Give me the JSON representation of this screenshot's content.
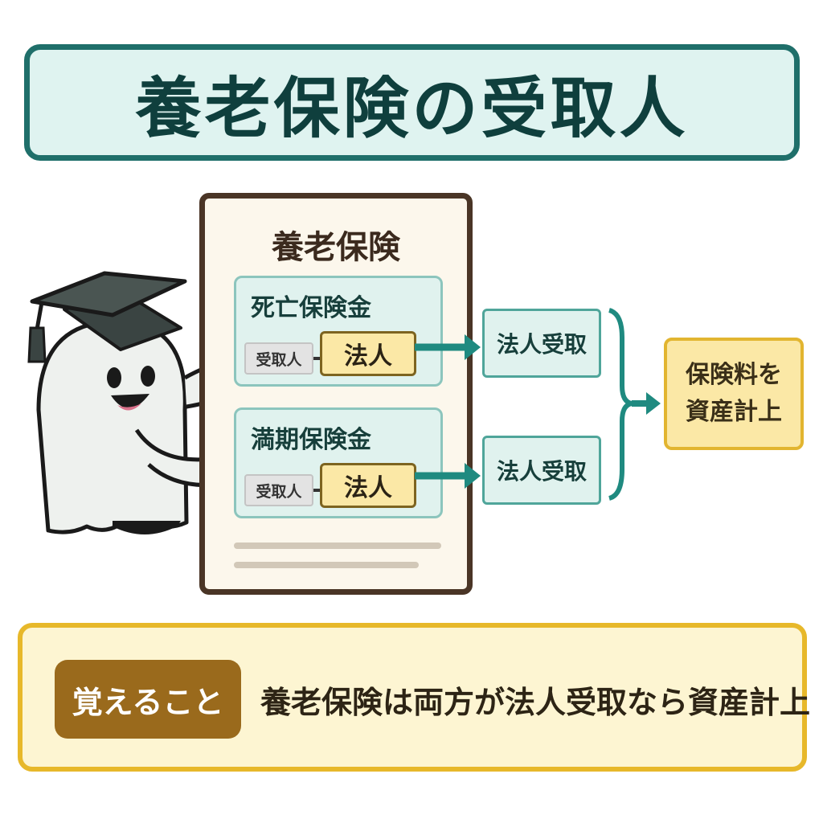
{
  "title": "養老保険の受取人",
  "document": {
    "title": "養老保険",
    "sections": [
      {
        "heading": "死亡保険金",
        "recipient_label": "受取人",
        "recipient_value": "法人"
      },
      {
        "heading": "満期保険金",
        "recipient_label": "受取人",
        "recipient_value": "法人"
      }
    ]
  },
  "outcomes": [
    "法人受取",
    "法人受取"
  ],
  "result": {
    "line1": "保険料を",
    "line2": "資産計上"
  },
  "memo": {
    "badge": "覚えること",
    "text": "養老保険は両方が法人受取なら資産計上"
  },
  "colors": {
    "accent_teal": "#1f8a80",
    "title_border": "#1f6f6a",
    "highlight_yellow": "#fbe8a6",
    "memo_badge": "#9a6a1c"
  }
}
